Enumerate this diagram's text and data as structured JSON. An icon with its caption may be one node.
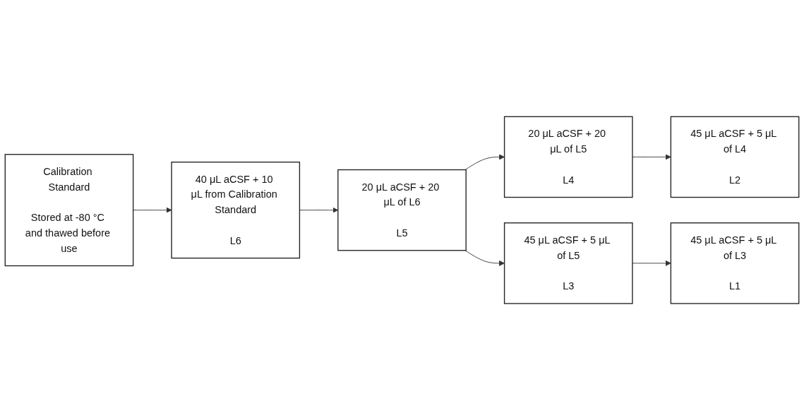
{
  "diagram": {
    "nodes": [
      {
        "text": [
          "Calibration Standard",
          "Stored at -80 °C and thawed before use"
        ]
      },
      {
        "text": [
          "40 μL aCSF + 10 μL from Calibration Standard",
          "L6"
        ]
      },
      {
        "text": [
          "20 μL aCSF + 20 μL of L6",
          "L5"
        ]
      },
      {
        "text": [
          "20 μL aCSF + 20 μL of L5",
          "L4"
        ]
      },
      {
        "text": [
          "45 μL aCSF + 5 μL of L4",
          "L2"
        ]
      },
      {
        "text": [
          "45 μL aCSF + 5 μL of L5",
          "L3"
        ]
      },
      {
        "text": [
          "45 μL aCSF + 5 μL of L3",
          "L1"
        ]
      }
    ],
    "edges": [
      {
        "from": 0,
        "to": 1,
        "arrow": "to"
      },
      {
        "from": 1,
        "to": 2,
        "arrow": "to"
      },
      {
        "from": 2,
        "to": 3,
        "arrow": "to"
      },
      {
        "from": 3,
        "to": 4,
        "arrow": "to"
      },
      {
        "from": 2,
        "to": 5,
        "arrow": "to"
      },
      {
        "from": 5,
        "to": 6,
        "arrow": "to"
      }
    ]
  }
}
